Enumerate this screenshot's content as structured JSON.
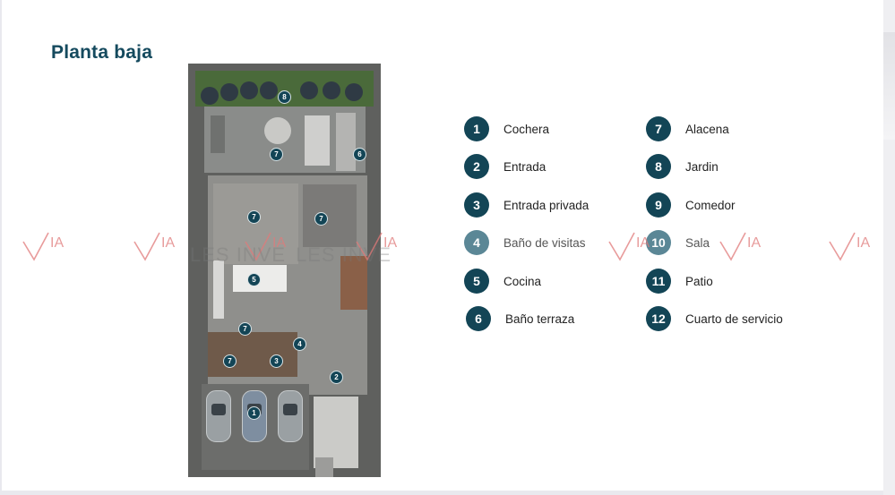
{
  "page": {
    "title": "Planta baja"
  },
  "legend": [
    {
      "number": "1",
      "label": "Cochera",
      "faded": false
    },
    {
      "number": "2",
      "label": "Entrada",
      "faded": false
    },
    {
      "number": "3",
      "label": "Entrada privada",
      "faded": false
    },
    {
      "number": "4",
      "label": "Baño de visitas",
      "faded": true
    },
    {
      "number": "5",
      "label": "Cocina",
      "faded": false
    },
    {
      "number": "6",
      "label": "Baño terraza",
      "faded": false
    },
    {
      "number": "7",
      "label": "Alacena",
      "faded": false
    },
    {
      "number": "8",
      "label": "Jardin",
      "faded": false
    },
    {
      "number": "9",
      "label": "Comedor",
      "faded": false
    },
    {
      "number": "10",
      "label": "Sala",
      "faded": true
    },
    {
      "number": "11",
      "label": "Patio",
      "faded": false
    },
    {
      "number": "12",
      "label": "Cuarto de servicio",
      "faded": false
    }
  ],
  "plan_badges": [
    "8",
    "7",
    "6",
    "7",
    "7",
    "5",
    "7",
    "4",
    "7",
    "3",
    "2",
    "1"
  ],
  "watermark": {
    "logo_text": "IA",
    "text": "LES INVE"
  },
  "colors": {
    "brand": "#154a5e",
    "badge": "#134556",
    "badge_faded": "#5b8796",
    "watermark_red": "#e07a7a"
  }
}
